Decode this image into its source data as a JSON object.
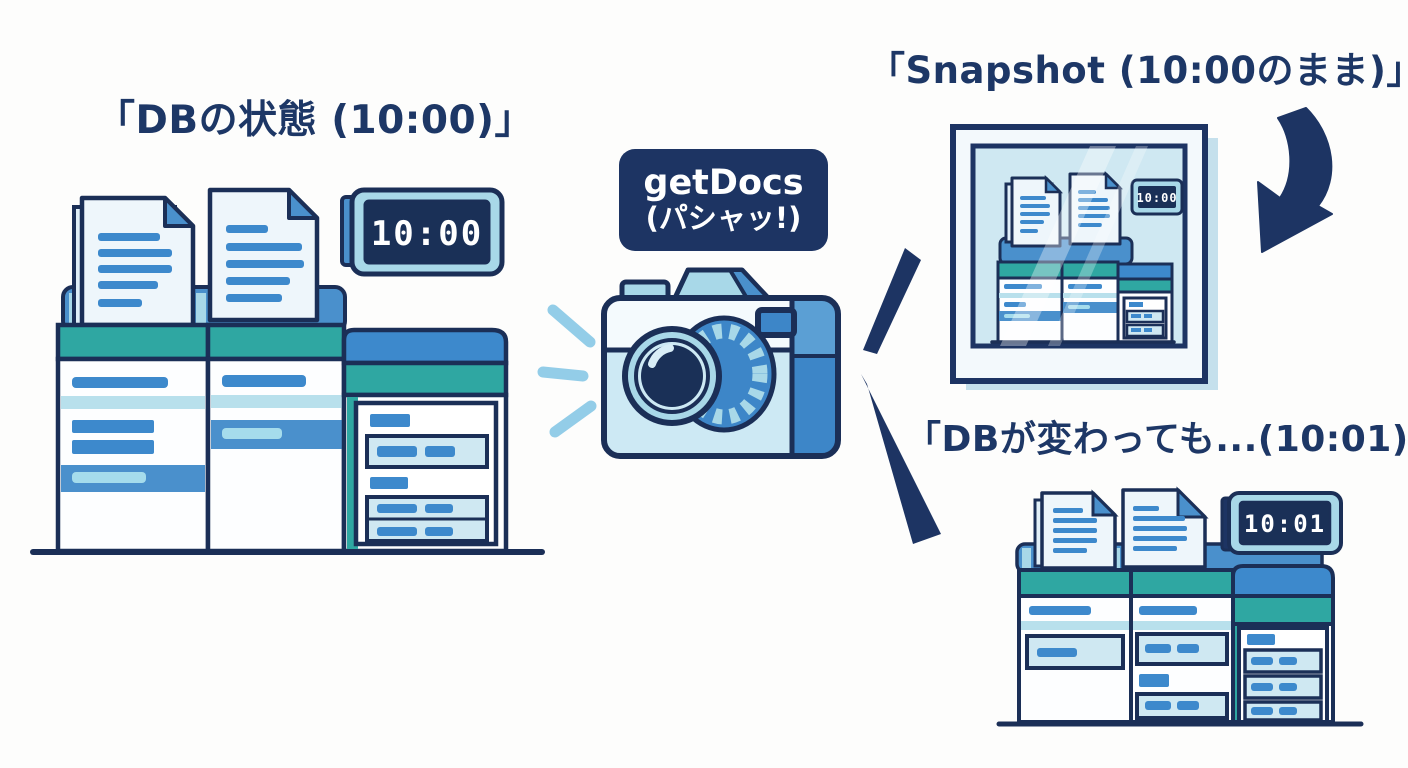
{
  "palette": {
    "navy": "#1d3463",
    "outline": "#1b2f57",
    "blue": "#3d89cc",
    "blue_mid": "#4a90cc",
    "blue_soft": "#5b9fd4",
    "teal": "#2fa7a2",
    "sky": "#a8d8e8",
    "pale_body": "#cde9f4",
    "document_fill": "#eef6fb",
    "photo_bg": "#cfe8f2",
    "stripe": "#b8e0ec",
    "flash": "#93cde8",
    "shadow": "#c5e0ec",
    "title_text": "#1d3766"
  },
  "left_db": {
    "title": "「DBの状態 (10:00)」",
    "clock": "10:00"
  },
  "camera": {
    "label_line1": "getDocs",
    "label_line2": "(パシャッ!)"
  },
  "snapshot": {
    "title": "「Snapshot (10:00のまま)」",
    "clock": "10:00"
  },
  "changed_db": {
    "title": "「DBが変わっても...(10:01)」",
    "clock": "10:01"
  }
}
